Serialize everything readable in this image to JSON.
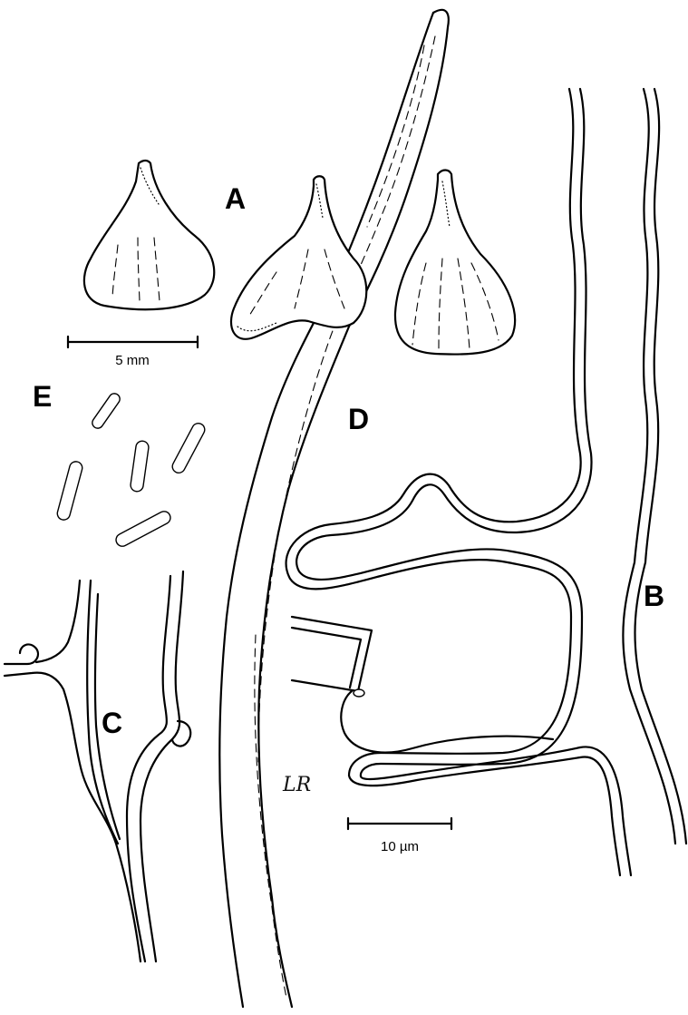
{
  "labels": {
    "a": "A",
    "b": "B",
    "c": "C",
    "d": "D",
    "e": "E"
  },
  "scale_bars": {
    "spore_bar": "5 mm",
    "hyphae_bar": "10 µm"
  },
  "signature": "LR",
  "colors": {
    "ink": "#000000",
    "background": "#ffffff"
  }
}
